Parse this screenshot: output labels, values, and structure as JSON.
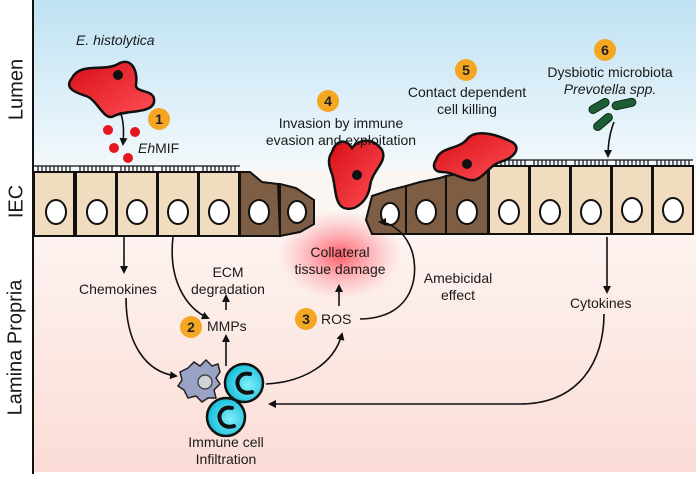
{
  "diagram": {
    "zones": {
      "lumen": "Lumen",
      "iec": "IEC",
      "lamina_propria": "Lamina Propria"
    },
    "colors": {
      "lumen_bg": "#cfe8f5",
      "lamina_bg": "#fbe1dc",
      "healthy_cell": "#f1dcc0",
      "damaged_cell": "#7d5e45",
      "amoeba": "#e8141b",
      "badge": "#f5a623",
      "lymphocyte": "#22c7e0",
      "macrophage": "#9aa3c6",
      "microbiota": "#1e5e34"
    },
    "steps": [
      {
        "number": "1",
        "label": "EhMIF"
      },
      {
        "number": "2",
        "label": "MMPs"
      },
      {
        "number": "3",
        "label": "ROS"
      },
      {
        "number": "4",
        "label_line1": "Invasion by immune",
        "label_line2": "evasion and exploitation"
      },
      {
        "number": "5",
        "label_line1": "Contact dependent",
        "label_line2": "cell killing"
      },
      {
        "number": "6",
        "label_line1": "Dysbiotic microbiota",
        "label_line2": "Prevotella spp."
      }
    ],
    "organism_label": "E. histolytica",
    "ehmif_prefix": "Eh",
    "ehmif_suffix": "MIF",
    "labels": {
      "chemokines": "Chemokines",
      "ecm_line1": "ECM",
      "ecm_line2": "degradation",
      "collateral_line1": "Collateral",
      "collateral_line2": "tissue damage",
      "amebicidal_line1": "Amebicidal",
      "amebicidal_line2": "effect",
      "cytokines": "Cytokines",
      "immune_line1": "Immune cell",
      "immune_line2": "Infiltration"
    }
  }
}
